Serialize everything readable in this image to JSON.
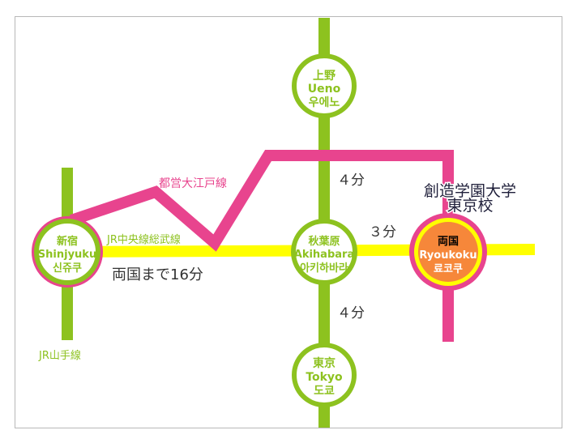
{
  "stations": {
    "ueno": {
      "line1": "上野",
      "line2": "Ueno",
      "line3": "우에노"
    },
    "shinjuku": {
      "line1": "新宿",
      "line2": "Shinjyuku",
      "line3": "신쥬쿠"
    },
    "akihabara": {
      "line1": "秋葉原",
      "line2": "Akihabara",
      "line3": "아키하바라"
    },
    "ryougoku": {
      "line1": "両国",
      "line2": "Ryoukoku",
      "line3": "료코쿠"
    },
    "tokyo": {
      "line1": "東京",
      "line2": "Tokyo",
      "line3": "도쿄"
    }
  },
  "lines": {
    "oedo": "都営大江戸線",
    "chuo_sobu": "JR中央線総武線",
    "yamanote": "JR山手線"
  },
  "times": {
    "ueno_akihabara": "４分",
    "akihabara_ryougoku": "３分",
    "akihabara_tokyo": "４分",
    "shinjuku_ryougoku": "両国まで16分"
  },
  "school": {
    "line1": "創造学園大学",
    "line2": "東京校"
  },
  "colors": {
    "yamanote": "#8dc21f",
    "chuo_sobu": "#ffff00",
    "oedo": "#e8448e",
    "destination": "#f6873a",
    "oedo_label": "#e8448e",
    "yamanote_label": "#8dc21f",
    "chuo_label": "#8dc21f"
  }
}
